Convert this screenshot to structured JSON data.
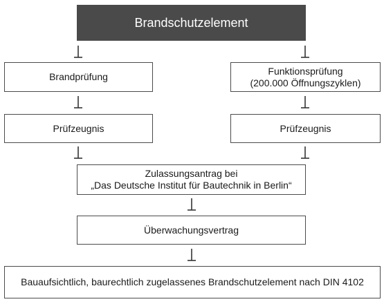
{
  "diagram": {
    "title": "Brandschutzelement",
    "left_branch": {
      "test": "Brandprüfung",
      "certificate": "Prüfzeugnis"
    },
    "right_branch": {
      "test_line1": "Funktionsprüfung",
      "test_line2": "(200.000 Öffnungszyklen)",
      "certificate": "Prüfzeugnis"
    },
    "application_line1": "Zulassungsantrag bei",
    "application_line2": "„Das Deutsche Institut für Bautechnik in Berlin“",
    "monitoring": "Überwachungsvertrag",
    "result": "Bauaufsichtlich, baurechtlich zugelassenes Brandschutzelement nach DIN 4102",
    "colors": {
      "header_bg": "#4a4a4a",
      "border": "#4a4a4a",
      "arrow": "#333333"
    }
  }
}
